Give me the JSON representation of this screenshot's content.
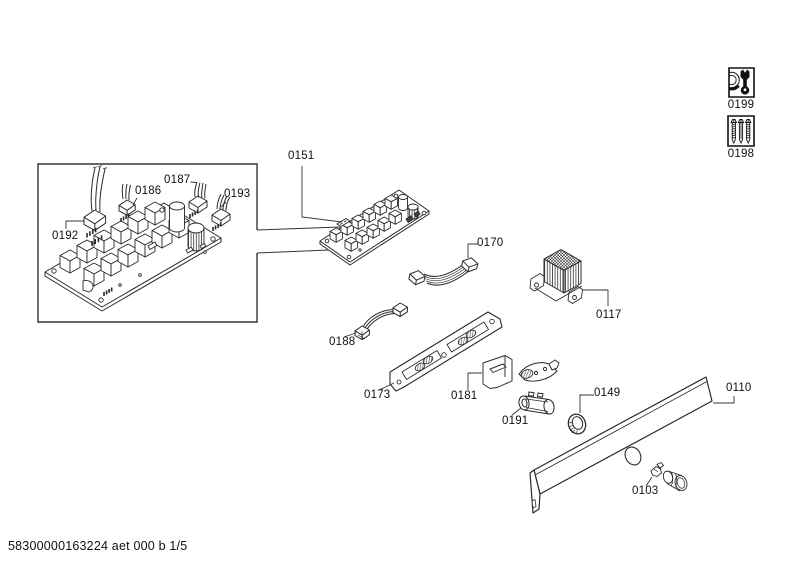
{
  "footer": {
    "document_code": "58300000163224 aet 000 b 1/5"
  },
  "parts": {
    "power_board_detail": "0151",
    "connector_harness_left": "0192",
    "connector_harness_mid": "0186",
    "connector_harness_top": "0187",
    "connector_harness_right": "0193",
    "ribbon_cable": "0170",
    "heatsink": "0117",
    "cable_harness_small": "0188",
    "support_bracket": "0173",
    "switch_bracket": "0181",
    "lamp_socket": "0191",
    "trim_ring": "0149",
    "control_panel": "0110",
    "control_knob": "0103",
    "tool_wrench_kit": "0199",
    "tool_screw_kit": "0198"
  }
}
